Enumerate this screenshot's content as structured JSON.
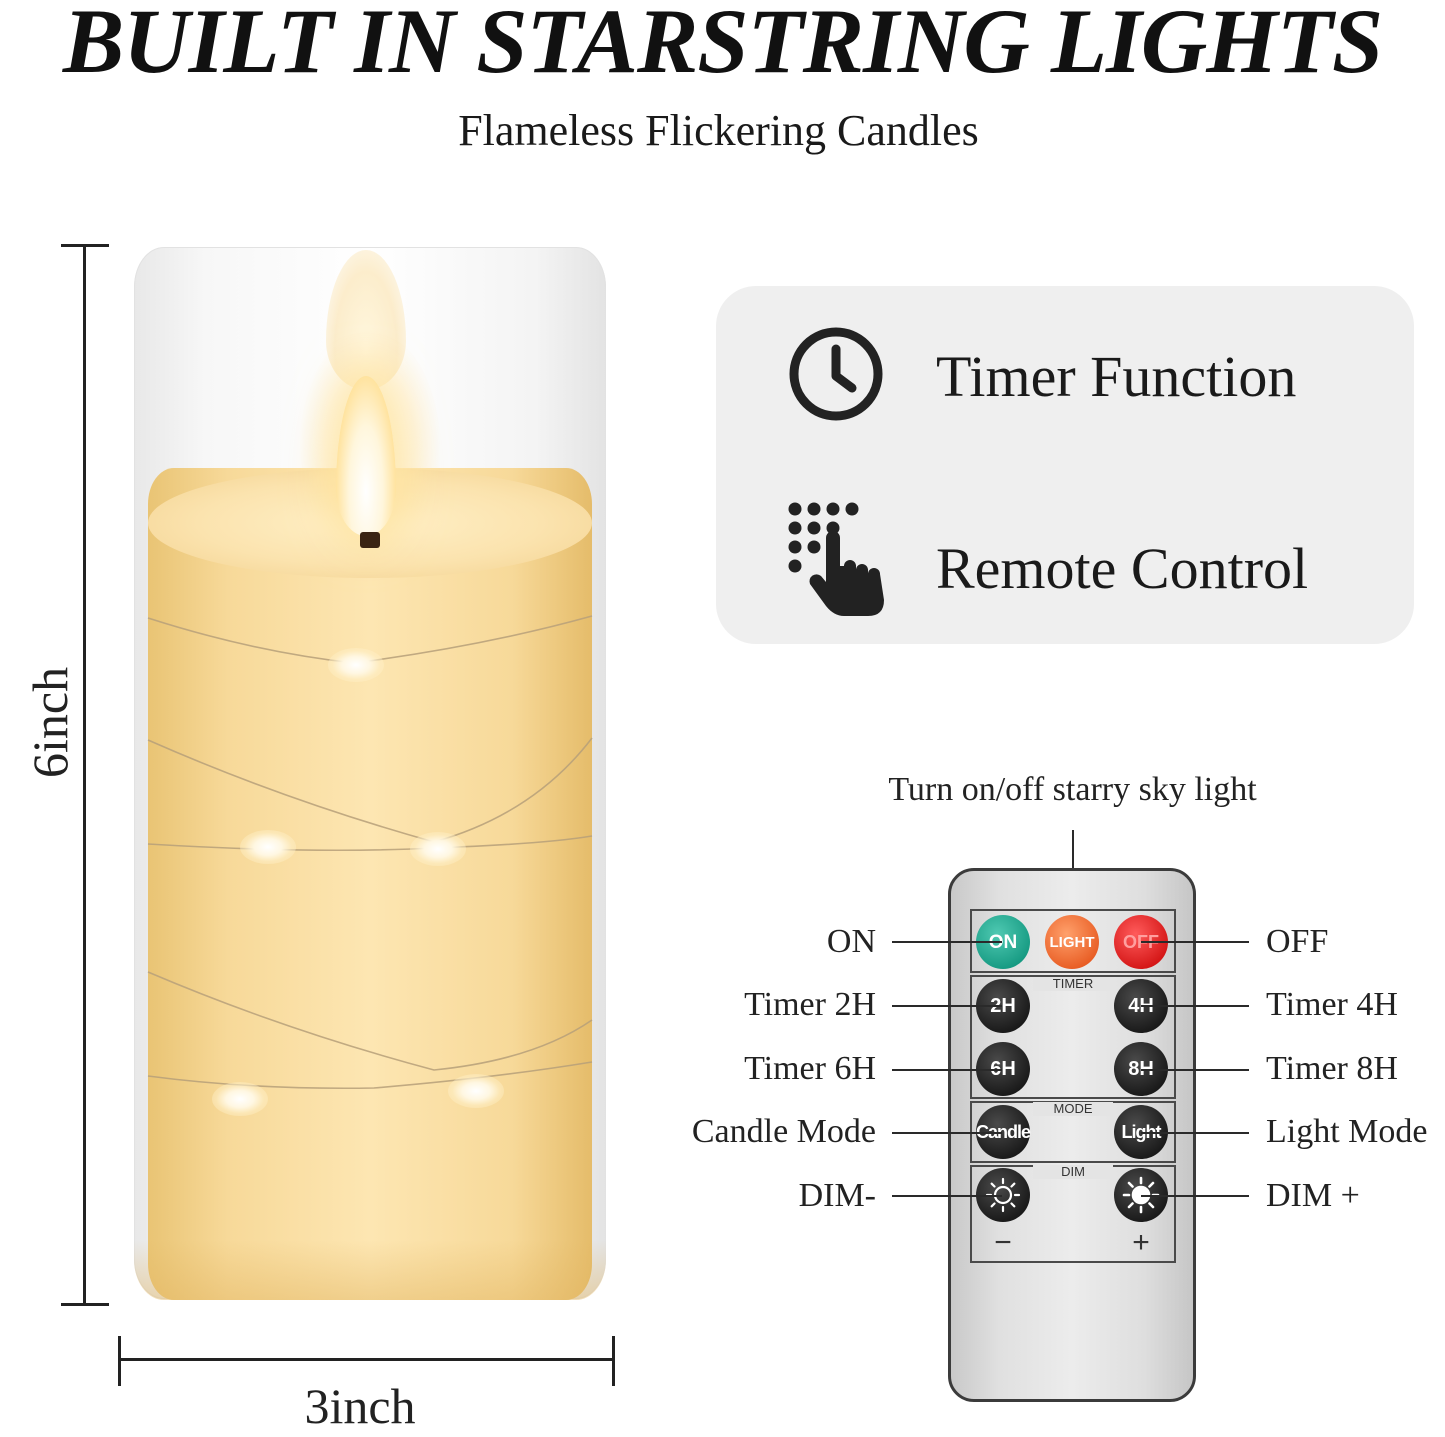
{
  "header": {
    "title": "BUILT IN STARSTRING LIGHTS",
    "subtitle": "Flameless Flickering Candles"
  },
  "dimensions": {
    "height": "6inch",
    "width": "3inch"
  },
  "features": [
    {
      "icon": "clock-icon",
      "label": "Timer Function"
    },
    {
      "icon": "touch-remote-icon",
      "label": "Remote Control"
    }
  ],
  "remote": {
    "caption": "Turn on/off starry sky light",
    "section_labels": {
      "timer": "TIMER",
      "mode": "MODE",
      "dim": "DIM"
    },
    "buttons": {
      "on": "ON",
      "light": "LIGHT",
      "off": "OFF",
      "h2": "2H",
      "h4": "4H",
      "h6": "6H",
      "h8": "8H",
      "candle": "Candle",
      "light_mode": "Light"
    },
    "signs": {
      "minus": "−",
      "plus": "+"
    },
    "callouts": {
      "on": "ON",
      "off": "OFF",
      "timer2": "Timer 2H",
      "timer4": "Timer 4H",
      "timer6": "Timer 6H",
      "timer8": "Timer 8H",
      "candle_mode": "Candle Mode",
      "light_mode": "Light Mode",
      "dim_minus": "DIM-",
      "dim_plus": "DIM +"
    }
  },
  "colors": {
    "on_button": "#169a82",
    "light_button": "#e85d24",
    "off_button": "#d41616",
    "wax": "#f7d999",
    "feature_box": "#efefef"
  }
}
